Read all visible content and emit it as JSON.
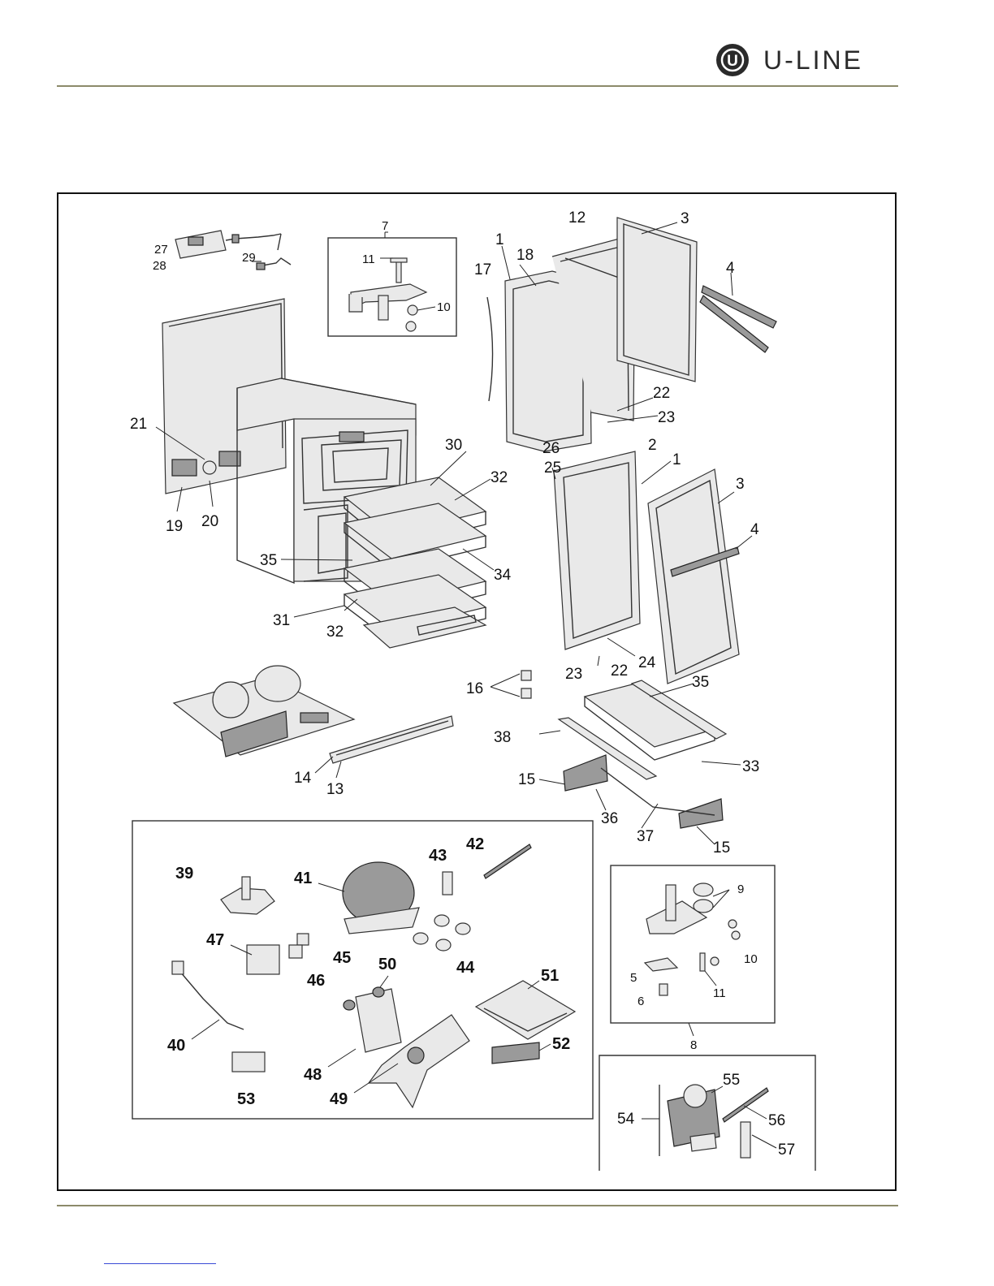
{
  "brand": {
    "name": "U-LINE",
    "logo_letter": "U"
  },
  "colors": {
    "rule": "#8c8a6a",
    "frame": "#111111",
    "footer_link": "#3a4bd6"
  },
  "callouts": {
    "c1a": "1",
    "c1b": "1",
    "c2": "2",
    "c3a": "3",
    "c3b": "3",
    "c4a": "4",
    "c4b": "4",
    "c5": "5",
    "c6": "6",
    "c7": "7",
    "c8": "8",
    "c9": "9",
    "c10a": "10",
    "c10b": "10",
    "c11a": "11",
    "c11b": "11",
    "c12": "12",
    "c13": "13",
    "c14": "14",
    "c15a": "15",
    "c15b": "15",
    "c16": "16",
    "c17": "17",
    "c18": "18",
    "c19": "19",
    "c20": "20",
    "c21": "21",
    "c22a": "22",
    "c22b": "22",
    "c23a": "23",
    "c23b": "23",
    "c24": "24",
    "c25": "25",
    "c26": "26",
    "c27": "27",
    "c28": "28",
    "c29": "29",
    "c30": "30",
    "c31": "31",
    "c32a": "32",
    "c32b": "32",
    "c33": "33",
    "c34": "34",
    "c35a": "35",
    "c35b": "35",
    "c36": "36",
    "c37": "37",
    "c38": "38",
    "c39": "39",
    "c40": "40",
    "c41": "41",
    "c42": "42",
    "c43": "43",
    "c44": "44",
    "c45": "45",
    "c46": "46",
    "c47": "47",
    "c48": "48",
    "c49": "49",
    "c50": "50",
    "c51": "51",
    "c52": "52",
    "c53": "53",
    "c54": "54",
    "c55": "55",
    "c56": "56",
    "c57": "57"
  }
}
